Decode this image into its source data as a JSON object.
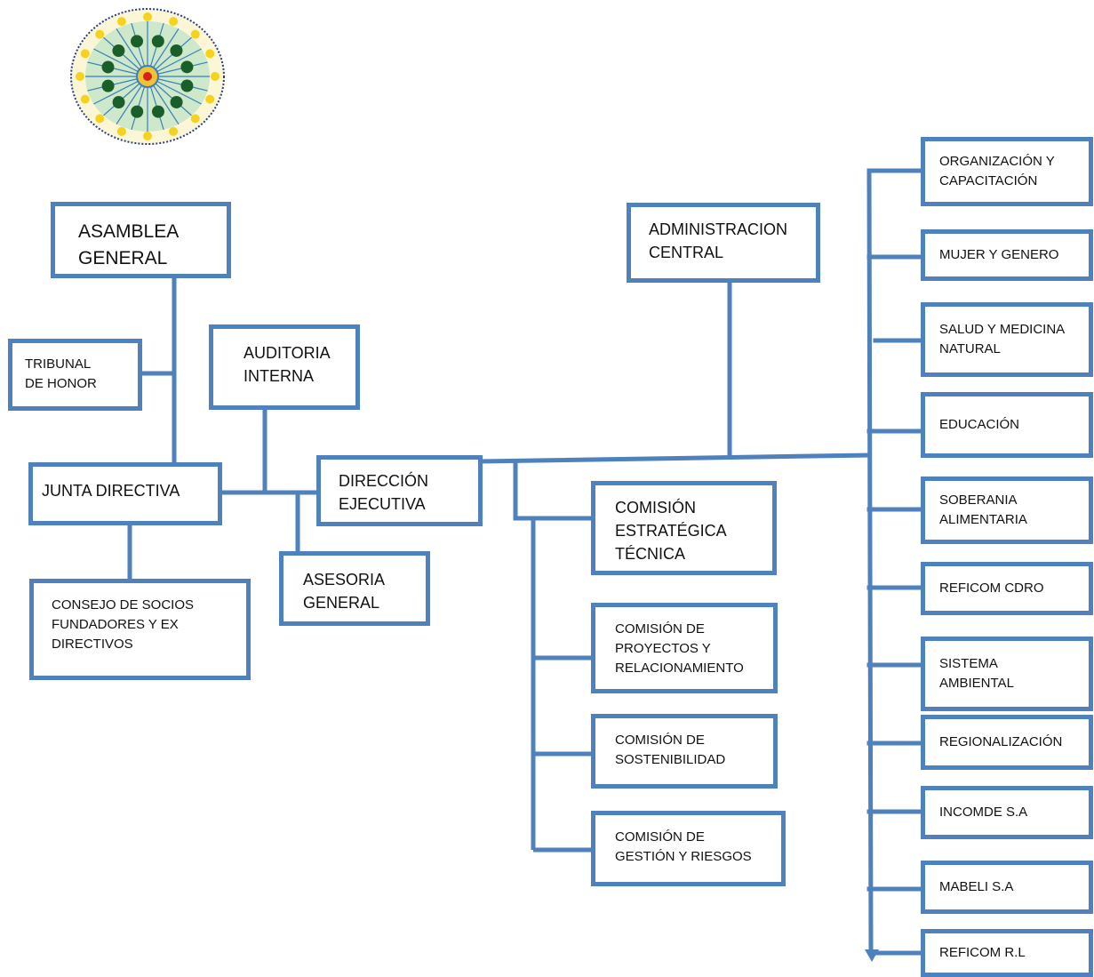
{
  "org_chart": {
    "colors": {
      "box_border": "#4f81bd",
      "connector": "#4f81bd",
      "text": "#111111"
    },
    "logo": {
      "icon": "mandala-logo-icon"
    },
    "nodes": {
      "asamblea_general": [
        "ASAMBLEA",
        "GENERAL"
      ],
      "tribunal_de_honor": [
        "TRIBUNAL",
        "DE HONOR"
      ],
      "auditoria_interna": [
        "AUDITORIA",
        "INTERNA"
      ],
      "junta_directiva": [
        "JUNTA DIRECTIVA"
      ],
      "consejo_de_socios": [
        "CONSEJO DE SOCIOS",
        "FUNDADORES Y EX",
        "DIRECTIVOS"
      ],
      "asesoria_general": [
        "ASESORIA",
        "GENERAL"
      ],
      "direccion_ejecutiva": [
        "DIRECCIÓN",
        "EJECUTIVA"
      ],
      "administracion_central": [
        "ADMINISTRACION",
        "CENTRAL"
      ],
      "comision_estrategica_tecnica": [
        "COMISIÓN",
        "ESTRATÉGICA",
        "TÉCNICA"
      ],
      "comision_proyectos": [
        "COMISIÓN DE",
        "PROYECTOS Y",
        "RELACIONAMIENTO"
      ],
      "comision_sostenibilidad": [
        "COMISIÓN DE",
        "SOSTENIBILIDAD"
      ],
      "comision_gestion_riesgos": [
        "COMISIÓN DE",
        "GESTIÓN Y RIESGOS"
      ]
    },
    "right_column": [
      [
        "ORGANIZACIÓN Y",
        "CAPACITACIÓN"
      ],
      [
        "MUJER Y GENERO"
      ],
      [
        "SALUD Y MEDICINA",
        "NATURAL"
      ],
      [
        "EDUCACIÓN"
      ],
      [
        "SOBERANIA",
        "ALIMENTARIA"
      ],
      [
        "REFICOM  CDRO"
      ],
      [
        "SISTEMA",
        "AMBIENTAL"
      ],
      [
        "REGIONALIZACIÓN"
      ],
      [
        "INCOMDE   S.A"
      ],
      [
        "MABELI   S.A"
      ],
      [
        "REFICOM   R.L"
      ]
    ]
  }
}
